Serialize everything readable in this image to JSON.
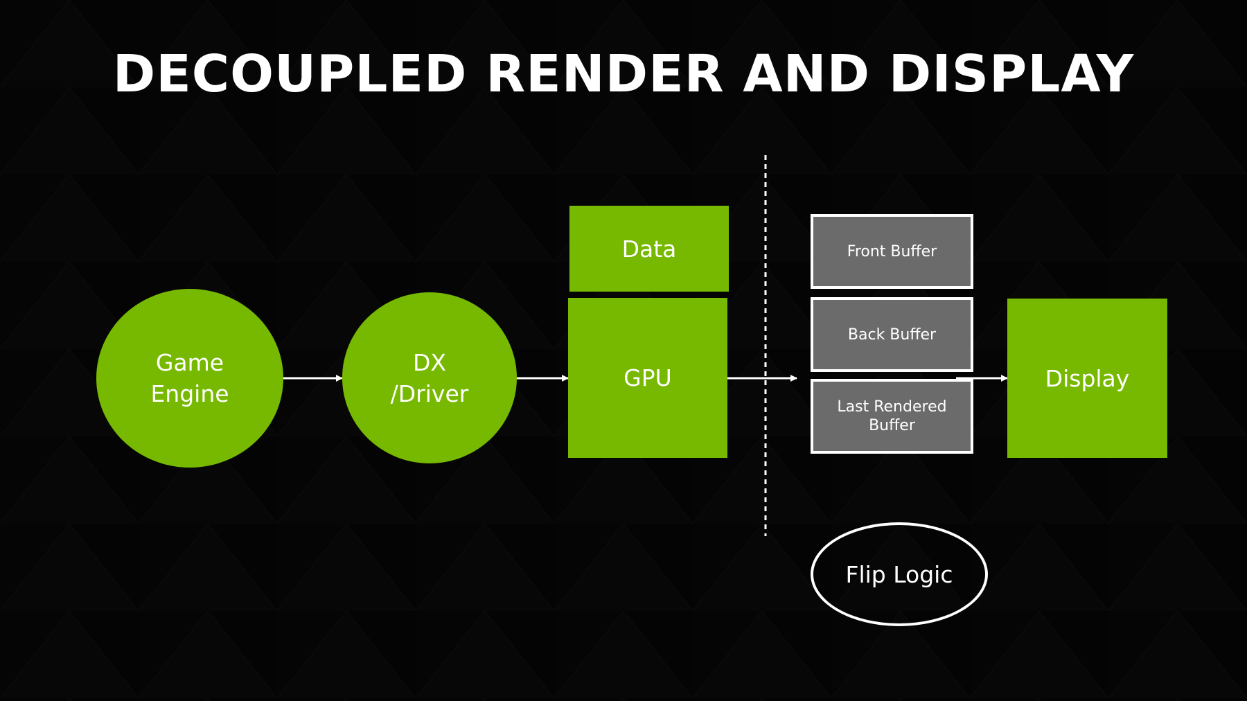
{
  "title": "DECOUPLED RENDER AND DISPLAY",
  "nodes": {
    "game_engine": "Game\nEngine",
    "dx_driver": "DX\n/Driver",
    "data": "Data",
    "gpu": "GPU",
    "front_buffer": "Front Buffer",
    "back_buffer": "Back Buffer",
    "last_rendered_buffer": "Last Rendered\nBuffer",
    "display": "Display",
    "flip_logic": "Flip Logic"
  },
  "colors": {
    "accent_green": "#76b900",
    "buffer_gray": "#6b6b6b",
    "background": "#050505",
    "text": "#ffffff"
  }
}
